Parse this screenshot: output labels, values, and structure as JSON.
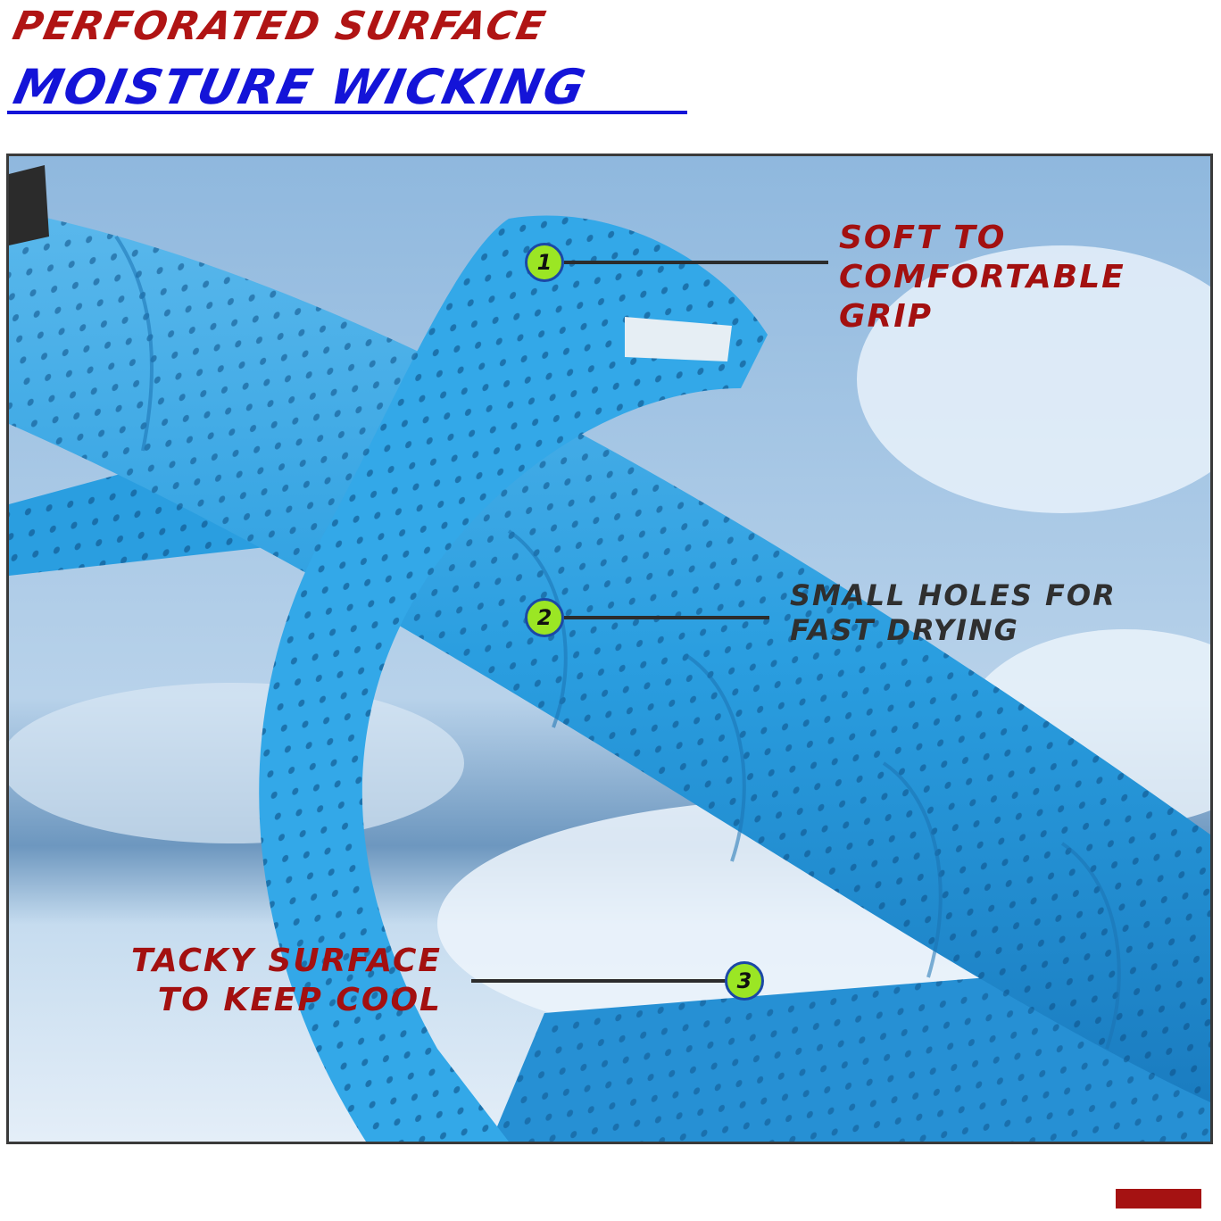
{
  "header": {
    "line1": "PERFORATED SURFACE",
    "line2": "MOISTURE WICKING",
    "line1_color": "#b01414",
    "line2_color": "#1414d8"
  },
  "callouts": [
    {
      "number": "1",
      "text": "SOFT TO\nCOMFORTABLE\nGRIP",
      "color": "#a31010"
    },
    {
      "number": "2",
      "text": "SMALL HOLES FOR\nFAST DRYING",
      "color": "#2f2f2f"
    },
    {
      "number": "3",
      "text": "TACKY SURFACE\nTO KEEP COOL",
      "color": "#a31010"
    }
  ],
  "photo": {
    "subject": "blue perforated grip tape wrapped around a racket handle",
    "tape_color": "#2a9ee0",
    "sky_color": "#9cc4e4"
  },
  "badge_color": "#9be624"
}
